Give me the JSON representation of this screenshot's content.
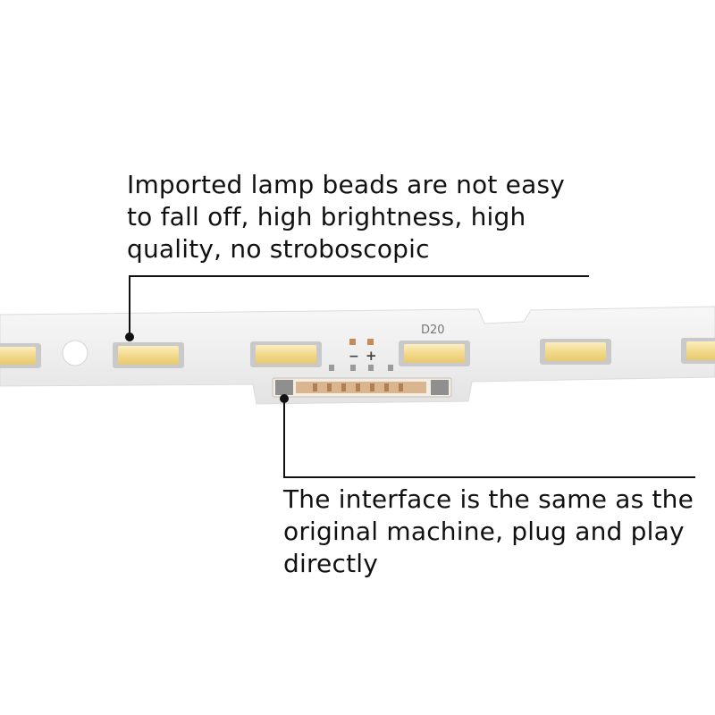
{
  "callout_top": {
    "lines": [
      "Imported lamp beads are not easy",
      "to fall off, high brightness, high",
      "quality, no stroboscopic"
    ]
  },
  "callout_bottom": {
    "lines": [
      "The interface is the same as the",
      "original machine, plug and play",
      "directly"
    ]
  },
  "strip": {
    "board_label": "D20",
    "minus_mark": "−",
    "plus_mark": "+"
  },
  "colors": {
    "board": "#eeeeee",
    "led_phosphor": "#f2d98c",
    "connector": "#d9b590",
    "callout_line": "#111111"
  }
}
